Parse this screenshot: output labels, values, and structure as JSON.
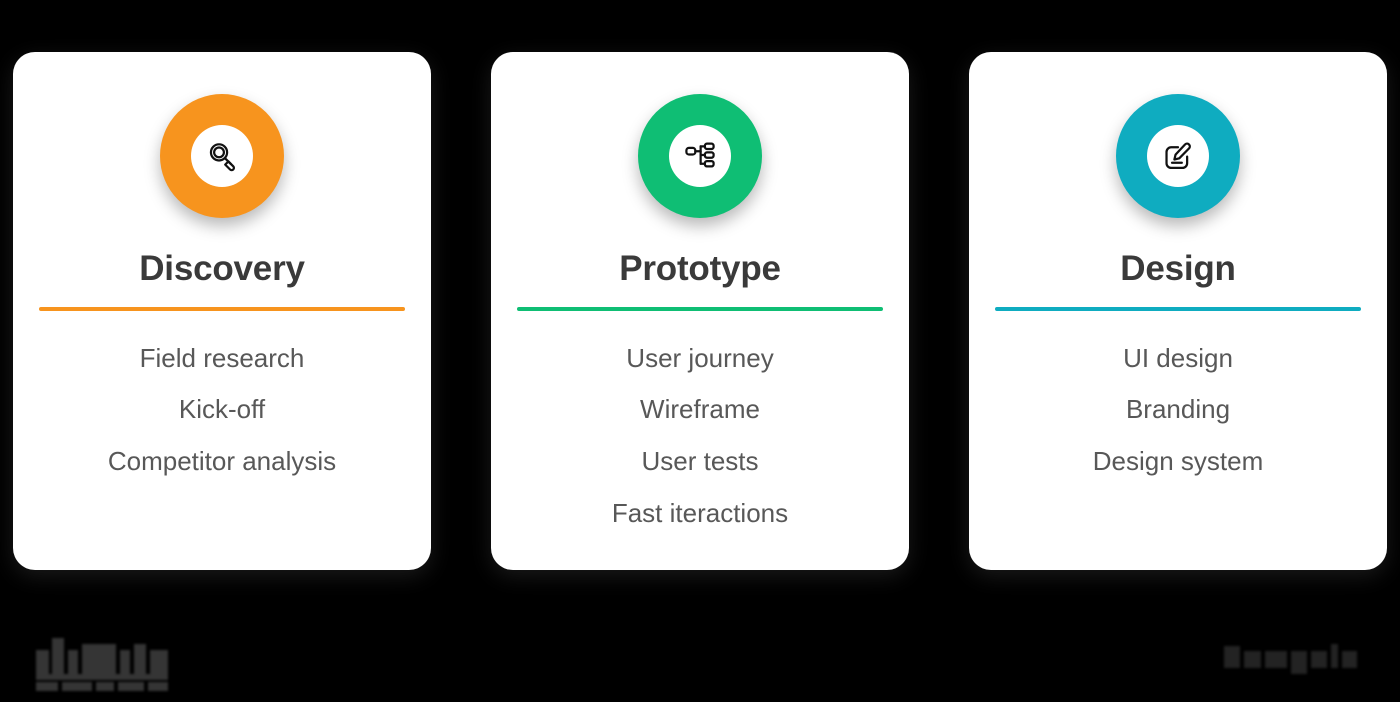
{
  "page": {
    "background_color": "#000000",
    "card_background": "#ffffff",
    "title_color": "#3a3a3a",
    "item_color": "#585858"
  },
  "cards": [
    {
      "id": "discovery",
      "title": "Discovery",
      "accent": "#F7941E",
      "icon": "magnifier-icon",
      "items": [
        "Field research",
        "Kick-off",
        "Competitor analysis"
      ]
    },
    {
      "id": "prototype",
      "title": "Prototype",
      "accent": "#0FBE74",
      "icon": "sitemap-icon",
      "items": [
        "User journey",
        "Wireframe",
        "User tests",
        "Fast iteractions"
      ]
    },
    {
      "id": "design",
      "title": "Design",
      "accent": "#0FACC0",
      "icon": "edit-square-icon",
      "items": [
        "UI design",
        "Branding",
        "Design system"
      ]
    }
  ],
  "watermarks": {
    "bottom_left": "",
    "bottom_right": ""
  }
}
